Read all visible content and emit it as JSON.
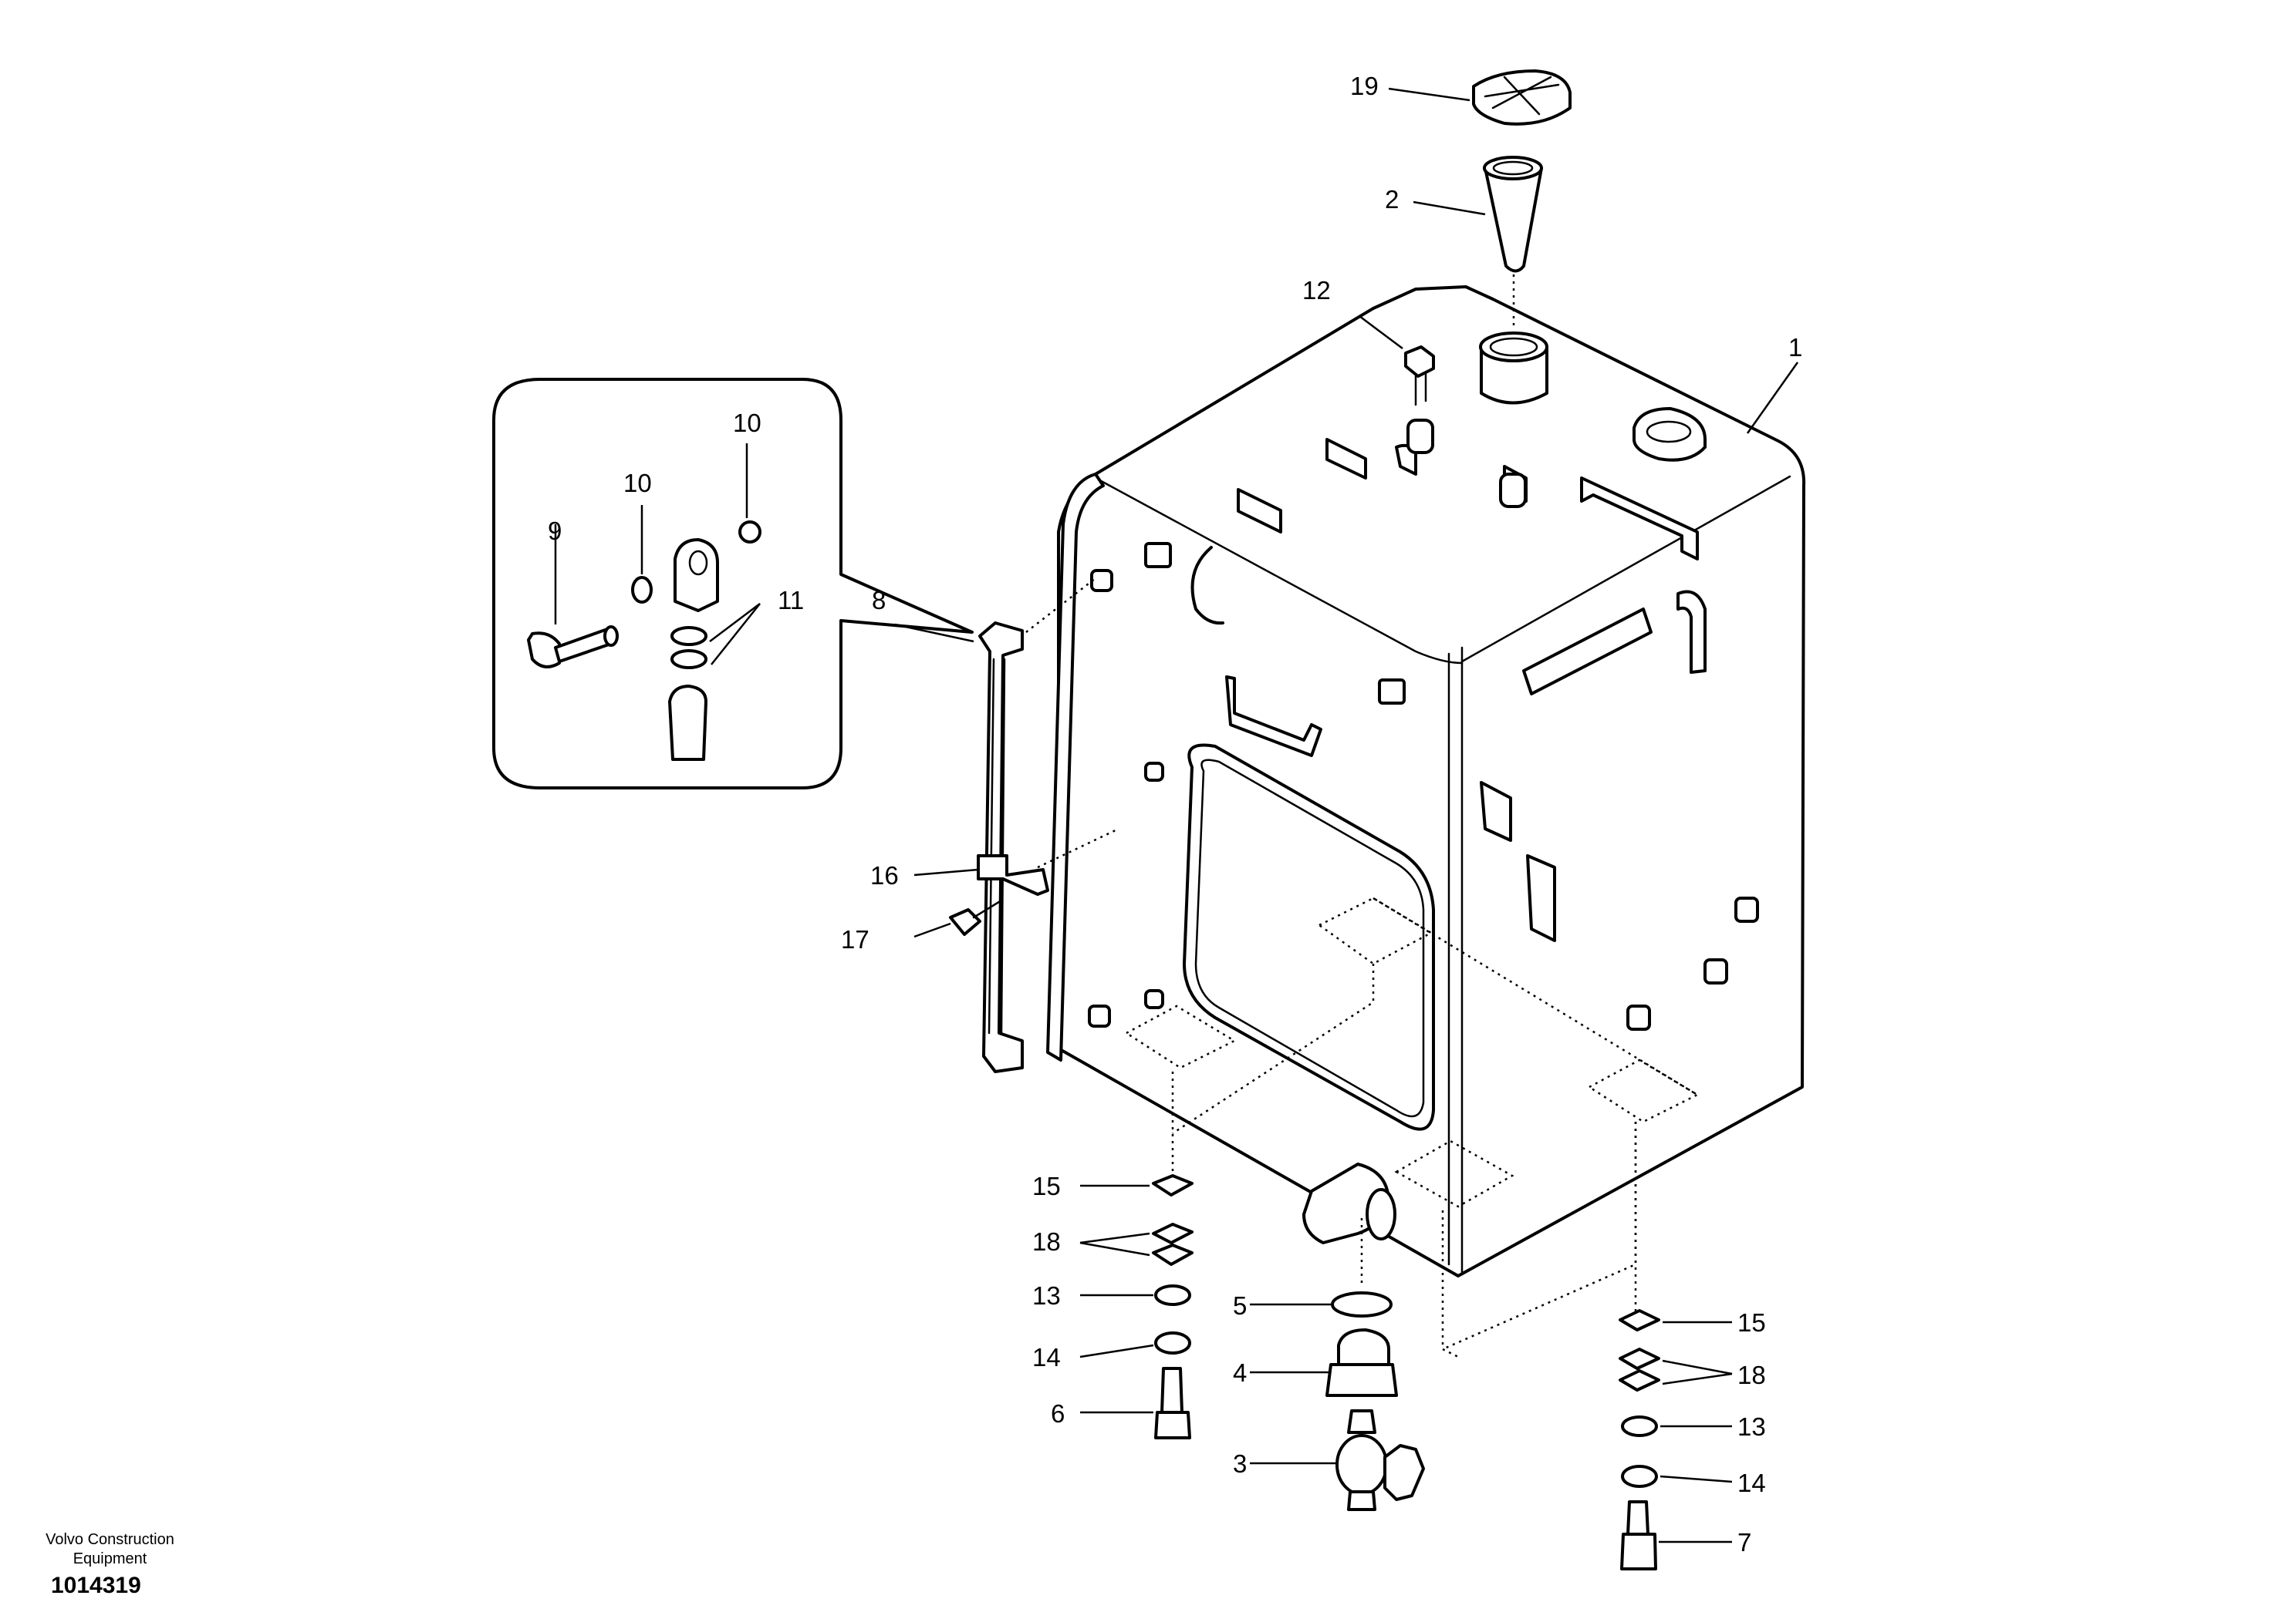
{
  "callouts": {
    "c1": "1",
    "c2": "2",
    "c3": "3",
    "c4": "4",
    "c5": "5",
    "c6": "6",
    "c7": "7",
    "c8": "8",
    "c9": "9",
    "c10a": "10",
    "c10b": "10",
    "c11": "11",
    "c12": "12",
    "c13a": "13",
    "c13b": "13",
    "c14a": "14",
    "c14b": "14",
    "c15a": "15",
    "c15b": "15",
    "c16": "16",
    "c17": "17",
    "c18a": "18",
    "c18b": "18",
    "c19": "19"
  },
  "footer": {
    "company_line1": "Volvo Construction",
    "company_line2": "Equipment",
    "drawing_number": "1014319"
  }
}
